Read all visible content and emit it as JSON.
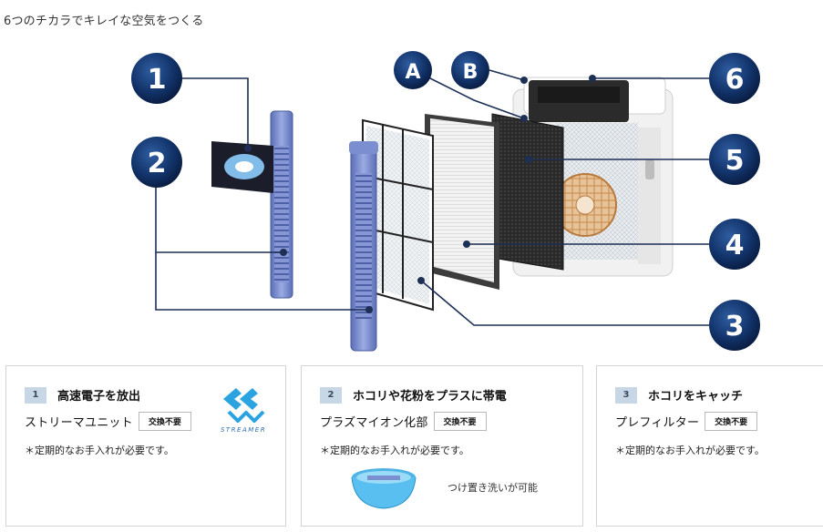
{
  "page_title": "6つのチカラでキレイな空気をつくる",
  "callouts": [
    "1",
    "2",
    "3",
    "4",
    "5",
    "6",
    "A",
    "B"
  ],
  "cards": [
    {
      "number": "1",
      "headline": "高速電子を放出",
      "name": "ストリーマユニット",
      "tag": "交換不要",
      "note": "＊定期的なお手入れが必要です。",
      "logo_text": "STREAMER"
    },
    {
      "number": "2",
      "headline": "ホコリや花粉をプラスに帯電",
      "name": "プラズマイオン化部",
      "tag": "交換不要",
      "note": "＊定期的なお手入れが必要です。",
      "wash_note": "つけ置き洗いが可能"
    },
    {
      "number": "3",
      "headline": "ホコリをキャッチ",
      "name": "プレフィルター",
      "tag": "交換不要",
      "note": "＊定期的なお手入れが必要です。"
    }
  ],
  "colors": {
    "callout_fill": "#0e2a55",
    "line": "#1d2f55",
    "badge": "#c8d7e6",
    "ionizer_blue": "#7b8fd0"
  }
}
